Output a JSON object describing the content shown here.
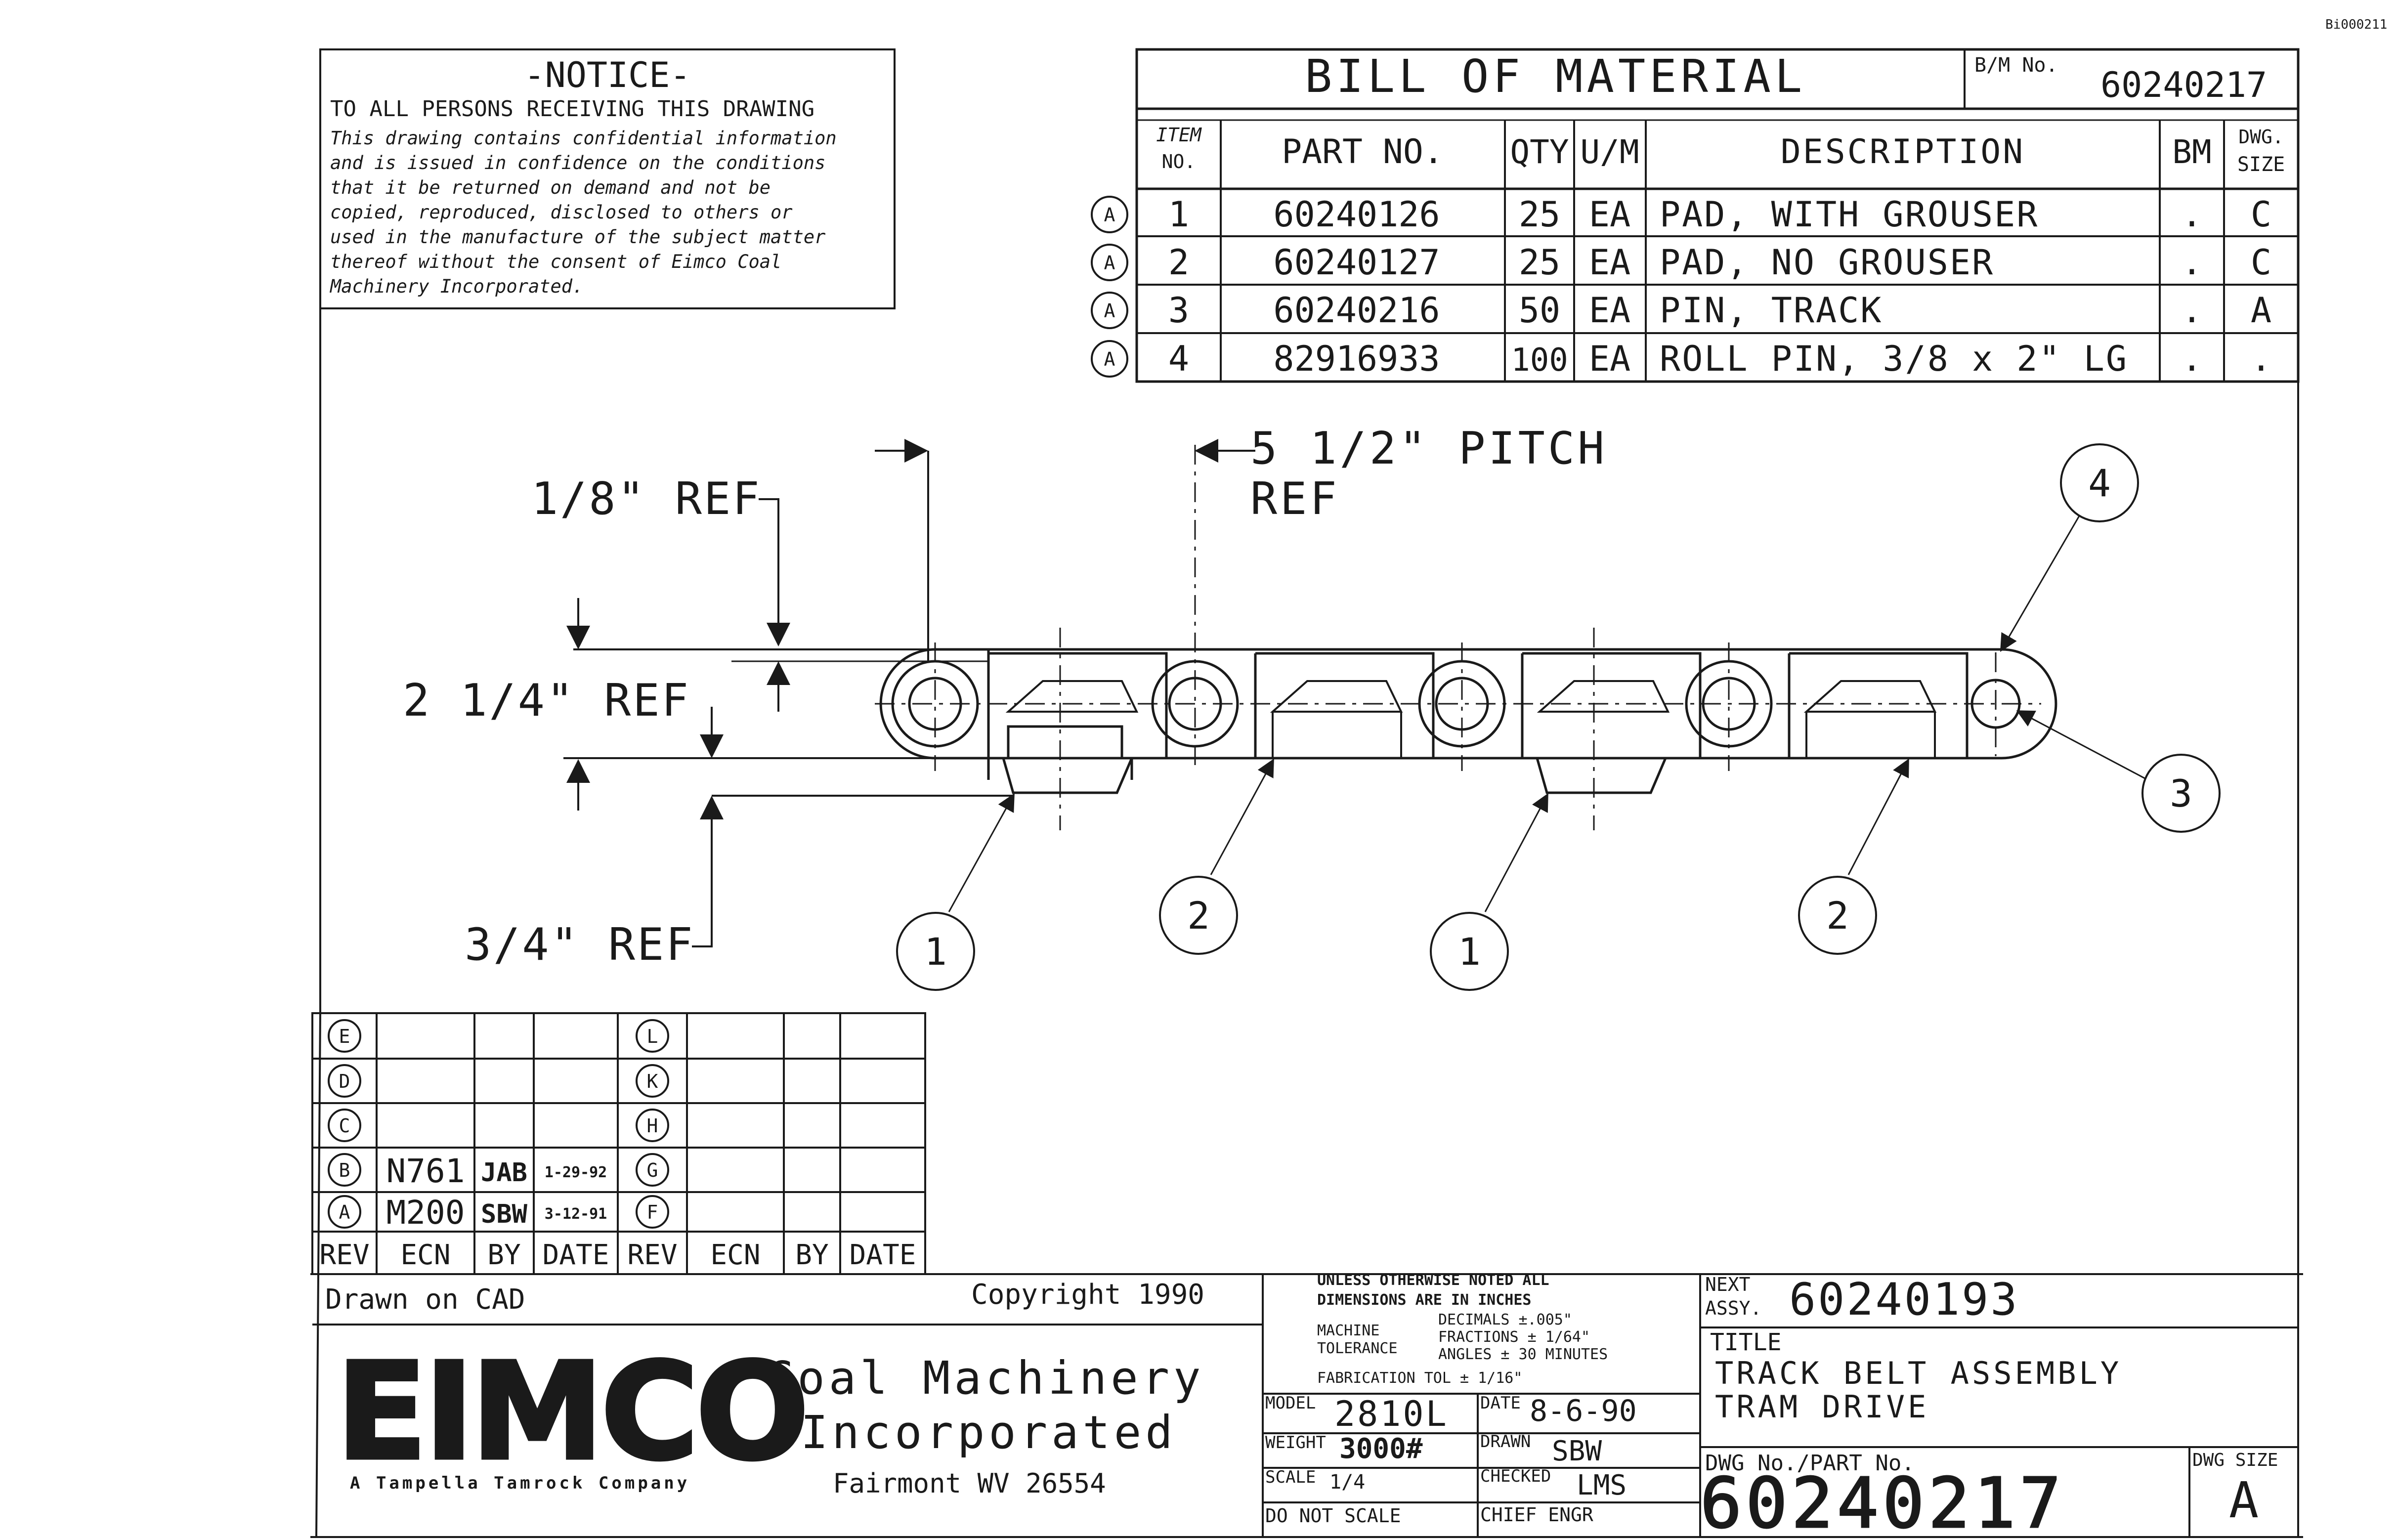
{
  "corner_mark": "Bi000211",
  "notice": {
    "title": "-NOTICE-",
    "subtitle": "TO ALL PERSONS RECEIVING THIS DRAWING",
    "lines": [
      "This drawing contains confidential information",
      "and is issued in confidence on the conditions",
      "that it be returned on demand and not be",
      "copied, reproduced, disclosed to others or",
      "used in the manufacture of the subject matter",
      "thereof without the consent of Eimco Coal",
      "Machinery Incorporated."
    ]
  },
  "bom": {
    "title": "BILL OF MATERIAL",
    "bm_no_label": "B/M No.",
    "bm_no": "60240217",
    "headers": {
      "item_line1": "ITEM",
      "item_line2": "NO.",
      "part": "PART NO.",
      "qty": "QTY",
      "um": "U/M",
      "desc": "DESCRIPTION",
      "bm": "BM",
      "size_line1": "DWG.",
      "size_line2": "SIZE"
    },
    "rows": [
      {
        "rev": "A",
        "item": "1",
        "part": "60240126",
        "qty": "25",
        "um": "EA",
        "desc": "PAD, WITH GROUSER",
        "bm": ".",
        "size": "C"
      },
      {
        "rev": "A",
        "item": "2",
        "part": "60240127",
        "qty": "25",
        "um": "EA",
        "desc": "PAD, NO GROUSER",
        "bm": ".",
        "size": "C"
      },
      {
        "rev": "A",
        "item": "3",
        "part": "60240216",
        "qty": "50",
        "um": "EA",
        "desc": "PIN, TRACK",
        "bm": ".",
        "size": "A"
      },
      {
        "rev": "A",
        "item": "4",
        "part": "82916933",
        "qty": "100",
        "um": "EA",
        "desc": "ROLL PIN, 3/8 x 2\" LG",
        "bm": ".",
        "size": "."
      }
    ]
  },
  "dimensions": {
    "pitch_line1": "5 1/2\" PITCH",
    "pitch_line2": "REF",
    "eighth": "1/8\" REF",
    "height": "2 1/4\" REF",
    "grouser": "3/4\" REF"
  },
  "balloons": [
    "1",
    "2",
    "1",
    "2",
    "3",
    "4"
  ],
  "revisions": {
    "headers": [
      "REV",
      "ECN",
      "BY",
      "DATE",
      "REV",
      "ECN",
      "BY",
      "DATE"
    ],
    "left": [
      {
        "rev": "E",
        "ecn": "",
        "by": "",
        "date": ""
      },
      {
        "rev": "D",
        "ecn": "",
        "by": "",
        "date": ""
      },
      {
        "rev": "C",
        "ecn": "",
        "by": "",
        "date": ""
      },
      {
        "rev": "B",
        "ecn": "N761",
        "by": "JAB",
        "date": "1-29-92"
      },
      {
        "rev": "A",
        "ecn": "M200",
        "by": "SBW",
        "date": "3-12-91"
      }
    ],
    "right": [
      {
        "rev": "L"
      },
      {
        "rev": "K"
      },
      {
        "rev": "H"
      },
      {
        "rev": "G"
      },
      {
        "rev": "F"
      }
    ]
  },
  "title_block": {
    "drawn_on": "Drawn on CAD",
    "copyright": "Copyright 1990",
    "logo": "EIMCO",
    "tagline": "A Tampella Tamrock Company",
    "company_line1": "Coal Machinery",
    "company_line2": "Incorporated",
    "location": "Fairmont WV 26554",
    "notes_line1": "UNLESS OTHERWISE NOTED ALL",
    "notes_line2": "DIMENSIONS ARE IN INCHES",
    "machine_label1": "MACHINE",
    "machine_label2": "TOLERANCE",
    "tol_decimals": "DECIMALS ±.005\"",
    "tol_fractions": "FRACTIONS ± 1/64\"",
    "tol_angles": "ANGLES ± 30 MINUTES",
    "fab_tol": "FABRICATION TOL ± 1/16\"",
    "model_label": "MODEL",
    "model": "2810L",
    "date_label": "DATE",
    "date": "8-6-90",
    "weight_label": "WEIGHT",
    "weight": "3000#",
    "drawn_label": "DRAWN",
    "drawn": "SBW",
    "scale_label": "SCALE",
    "scale": "1/4",
    "checked_label": "CHECKED",
    "checked": "LMS",
    "do_not_scale": "DO NOT SCALE",
    "chief_label": "CHIEF ENGR",
    "next_assy_label1": "NEXT",
    "next_assy_label2": "ASSY.",
    "next_assy": "60240193",
    "title_label": "TITLE",
    "title_line1": "TRACK BELT ASSEMBLY",
    "title_line2": "TRAM DRIVE",
    "dwg_no_label": "DWG No./PART No.",
    "dwg_no": "60240217",
    "dwg_size_label": "DWG SIZE",
    "dwg_size": "A"
  },
  "colors": {
    "ink": "#1a1a1a",
    "paper": "#ffffff"
  }
}
